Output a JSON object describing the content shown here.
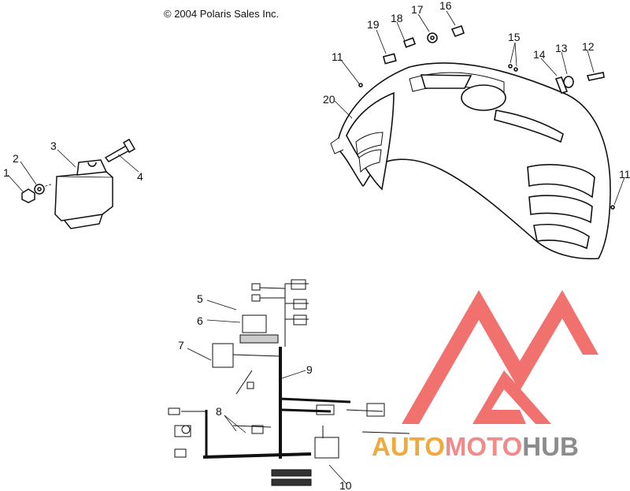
{
  "copyright": "© 2004 Polaris Sales Inc.",
  "callouts": [
    "1",
    "2",
    "3",
    "4",
    "5",
    "6",
    "7",
    "8",
    "9",
    "10",
    "11",
    "11",
    "12",
    "13",
    "14",
    "15",
    "16",
    "17",
    "18",
    "19",
    "20"
  ],
  "watermark": {
    "part1": "AUTO",
    "part2": "MOTO",
    "part3": "HUB",
    "color_auto": "#f2a93b",
    "color_moto": "#f28a8a",
    "color_hub": "#8c8c8c",
    "logo_color": "#ef5350"
  }
}
